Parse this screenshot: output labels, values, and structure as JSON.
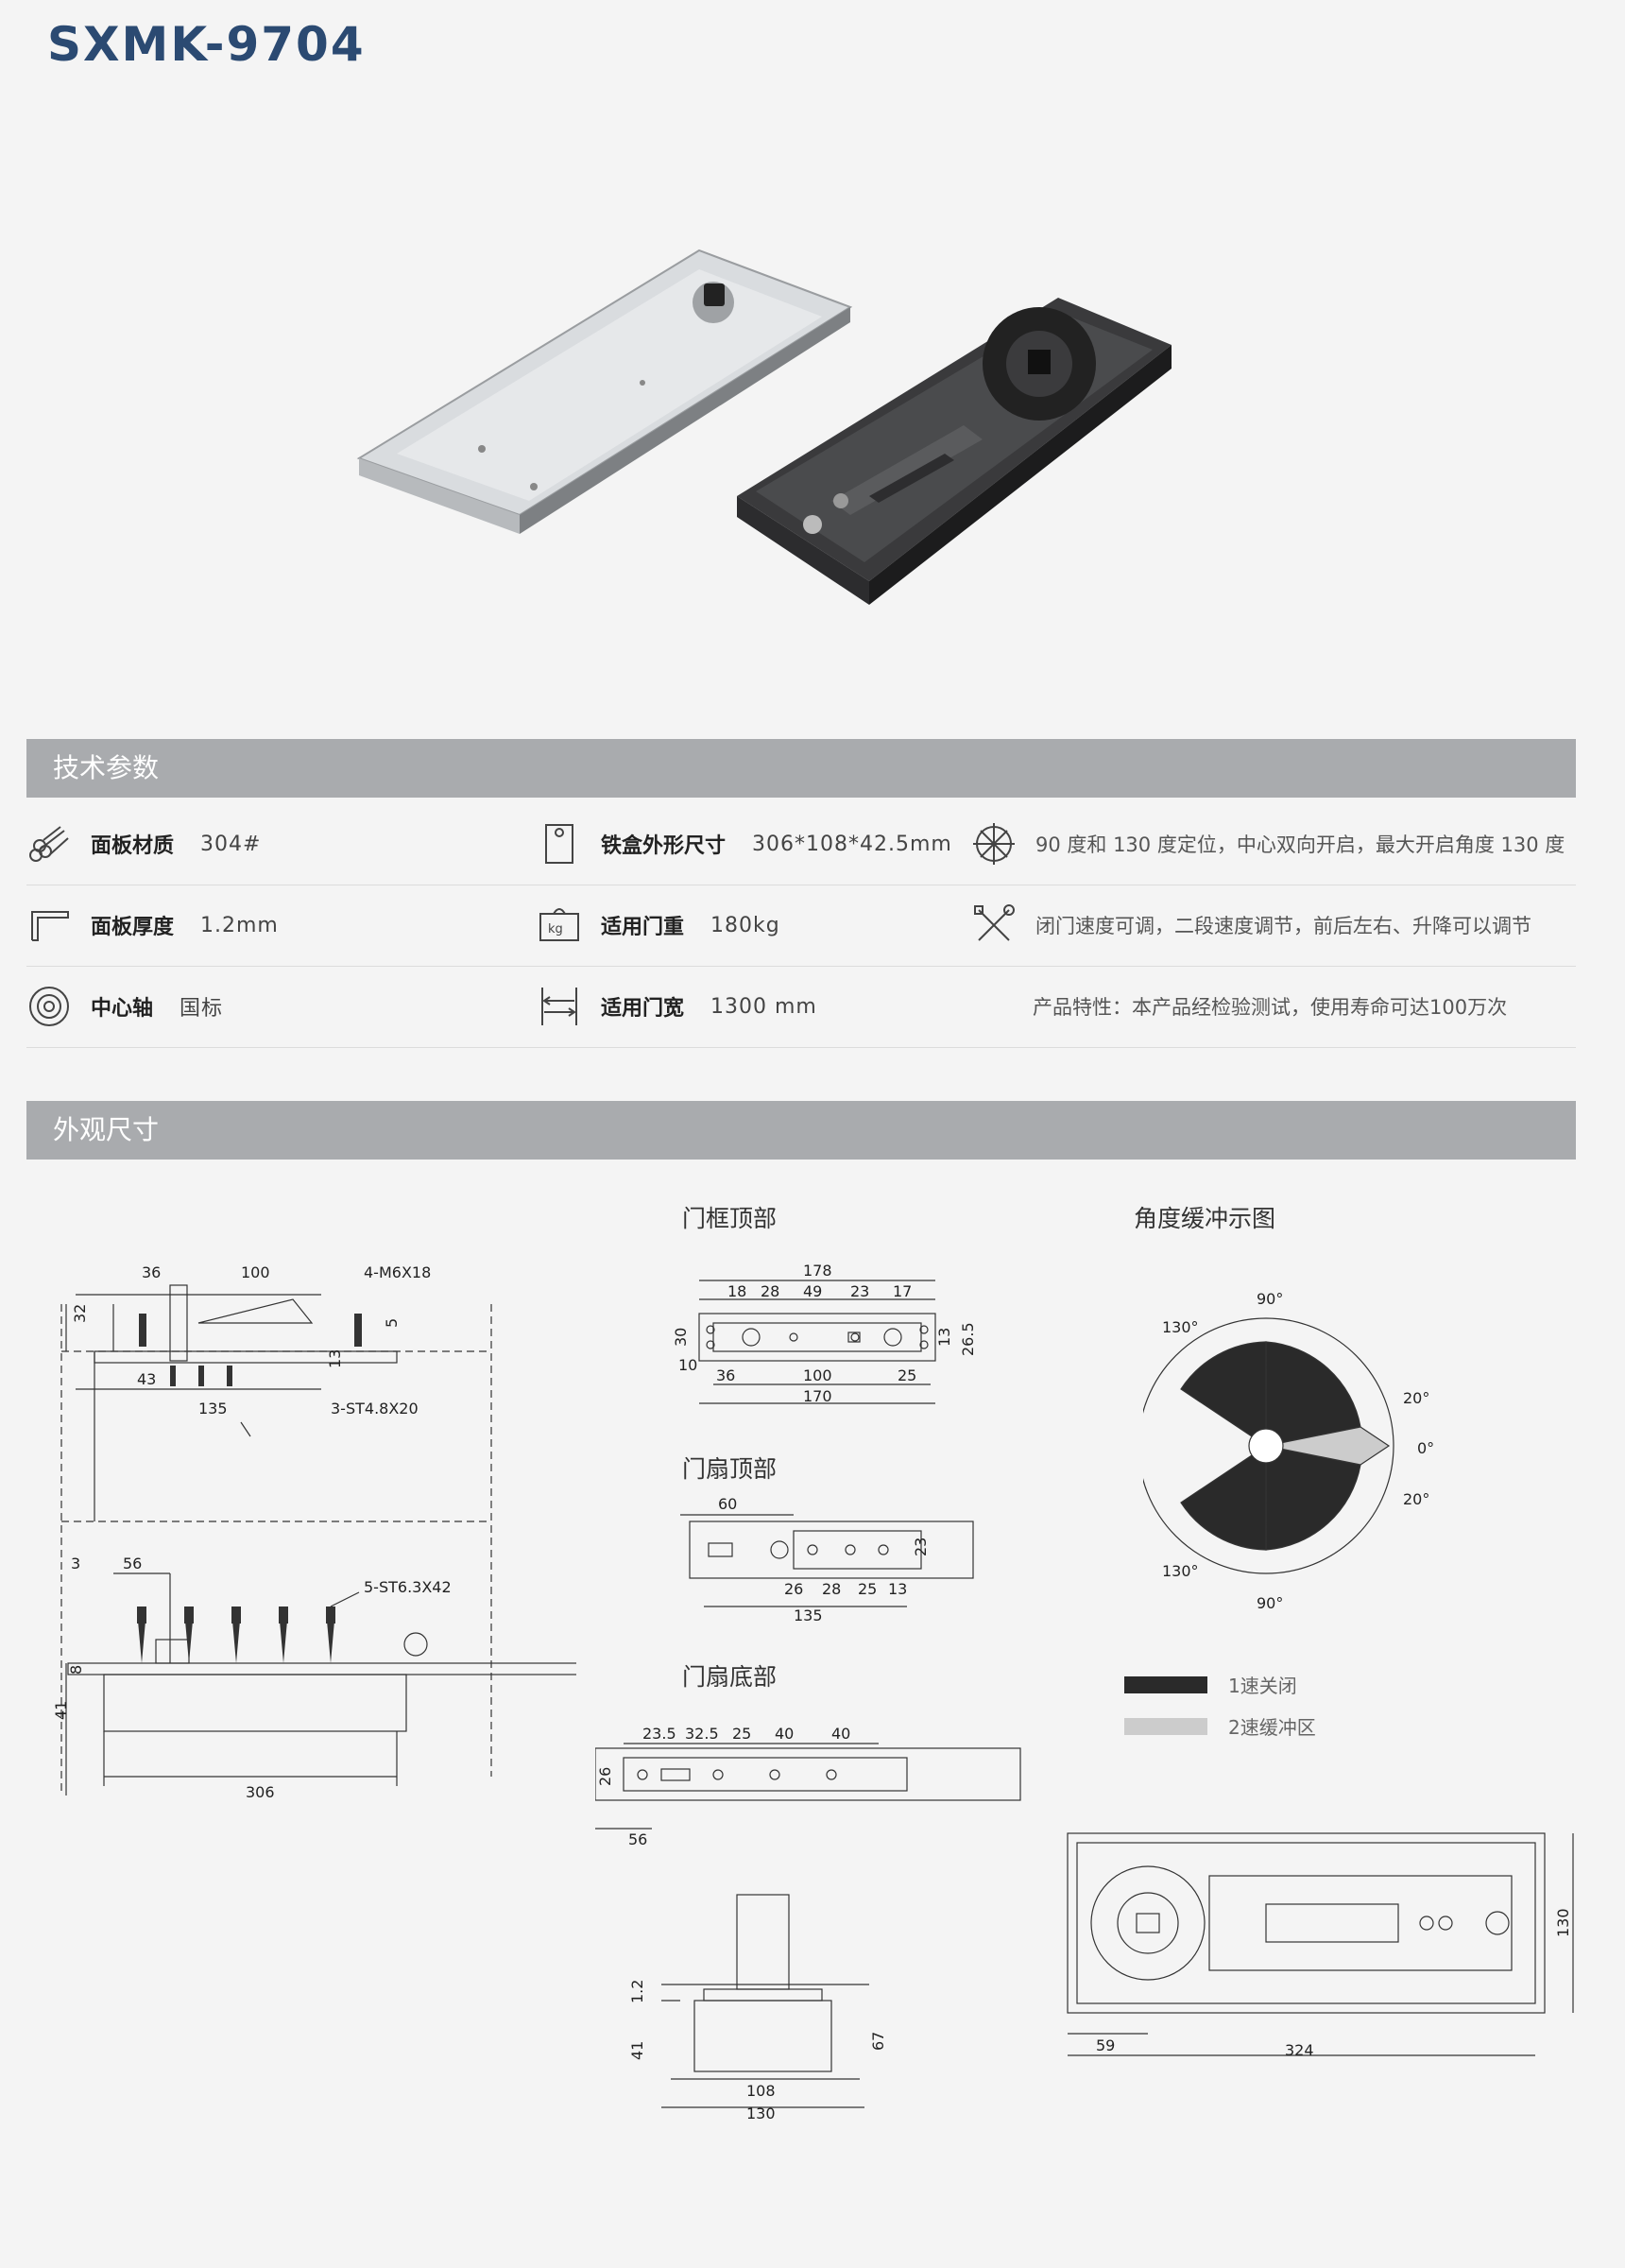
{
  "title": "SXMK-9704",
  "sections": {
    "tech": "技术参数",
    "dims": "外观尺寸"
  },
  "specs": {
    "panel_material": {
      "label": "面板材质",
      "value": "304#",
      "icon": "rods-icon"
    },
    "box_size": {
      "label": "铁盒外形尺寸",
      "value": "306*108*42.5mm",
      "icon": "box-icon"
    },
    "positioning": {
      "text": "90 度和 130 度定位，中心双向开启，最大开启角度 130 度",
      "icon": "compass-icon"
    },
    "panel_thickness": {
      "label": "面板厚度",
      "value": "1.2mm",
      "icon": "angle-profile-icon"
    },
    "door_weight": {
      "label": "适用门重",
      "value": "180kg",
      "icon": "weight-kg-icon"
    },
    "adjust": {
      "text": "闭门速度可调，二段速度调节，前后左右、升降可以调节",
      "icon": "tools-icon"
    },
    "center_axis": {
      "label": "中心轴",
      "value": "国标",
      "icon": "concentric-circles-icon"
    },
    "door_width": {
      "label": "适用门宽",
      "value": "1300 mm",
      "icon": "width-arrows-icon"
    },
    "feature": {
      "text": "产品特性：本产品经检验测试，使用寿命可达100万次"
    }
  },
  "diagram_labels": {
    "frame_top": "门框顶部",
    "leaf_top": "门扇顶部",
    "leaf_bottom": "门扇底部",
    "angle_diagram": "角度缓冲示图"
  },
  "legend": {
    "fast_close": "1速关闭",
    "buffer": "2速缓冲区",
    "fast_close_color": "#2a2a2a",
    "buffer_color": "#cccccc"
  },
  "dims": {
    "side": {
      "d36": "36",
      "d100": "100",
      "screw_top": "4-M6X18",
      "d32": "32",
      "d5": "5",
      "d13": "13",
      "d43": "43",
      "d135": "135",
      "screw_st48": "3-ST4.8X20",
      "d3": "3",
      "d56": "56",
      "screw_st63": "5-ST6.3X42",
      "d8": "8",
      "d41": "41",
      "d306": "306"
    },
    "frame": {
      "d178": "178",
      "d18": "18",
      "d28": "28",
      "d49": "49",
      "d23": "23",
      "d17": "17",
      "d30": "30",
      "d10": "10",
      "d13": "13",
      "d265": "26.5",
      "d36": "36",
      "d100": "100",
      "d25": "25",
      "d170": "170"
    },
    "leaftop": {
      "d60": "60",
      "d23": "23",
      "d26": "26",
      "d28": "28",
      "d25": "25",
      "d13": "13",
      "d135": "135"
    },
    "leafbottom": {
      "d235": "23.5",
      "d325": "32.5",
      "d25": "25",
      "d40a": "40",
      "d40b": "40",
      "d26": "26",
      "d56": "56"
    },
    "front": {
      "d12": "1.2",
      "d41": "41",
      "d67": "67",
      "d108": "108",
      "d130": "130"
    },
    "plan": {
      "d59": "59",
      "d324": "324",
      "d130": "130"
    },
    "angle": {
      "a90t": "90°",
      "a130t": "130°",
      "a20t": "20°",
      "a0": "0°",
      "a20b": "20°",
      "a130b": "130°",
      "a90b": "90°"
    }
  }
}
